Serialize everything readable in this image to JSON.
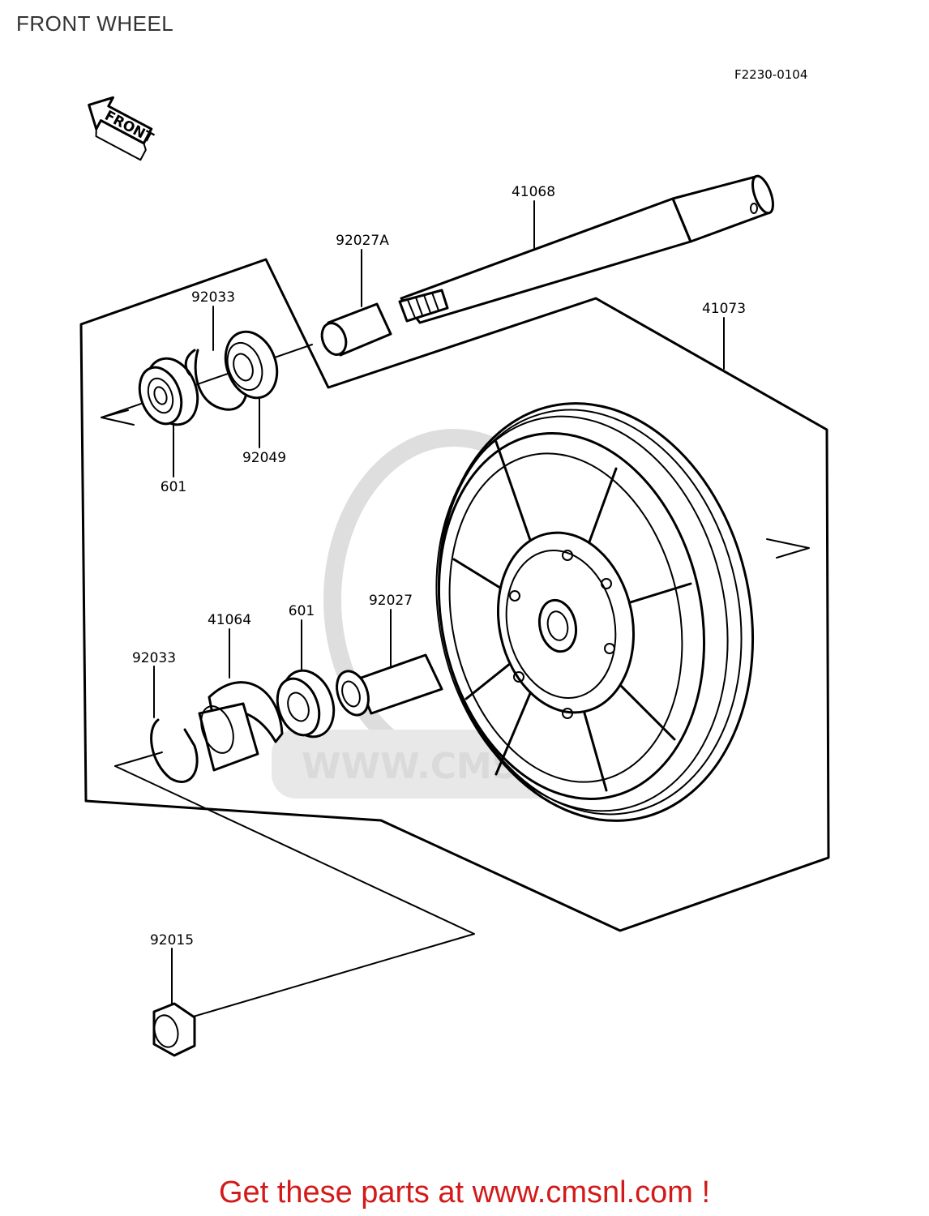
{
  "page": {
    "title": "FRONT WHEEL",
    "diagram_code": "F2230-0104",
    "front_badge": "FRONT",
    "watermark_text": "WWW.CMSN",
    "promo_text": "Get these parts at www.cmsnl.com !"
  },
  "parts": [
    {
      "id": "41068",
      "label": "41068"
    },
    {
      "id": "92027A",
      "label": "92027A"
    },
    {
      "id": "41073",
      "label": "41073"
    },
    {
      "id": "92033-top",
      "label": "92033"
    },
    {
      "id": "92049",
      "label": "92049"
    },
    {
      "id": "601-top",
      "label": "601"
    },
    {
      "id": "41064",
      "label": "41064"
    },
    {
      "id": "601-bottom",
      "label": "601"
    },
    {
      "id": "92027",
      "label": "92027"
    },
    {
      "id": "92033-bottom",
      "label": "92033"
    },
    {
      "id": "92015",
      "label": "92015"
    }
  ],
  "colors": {
    "line": "#000000",
    "title": "#333333",
    "promo": "#d21a1a",
    "watermark": "#d6d6d6"
  }
}
